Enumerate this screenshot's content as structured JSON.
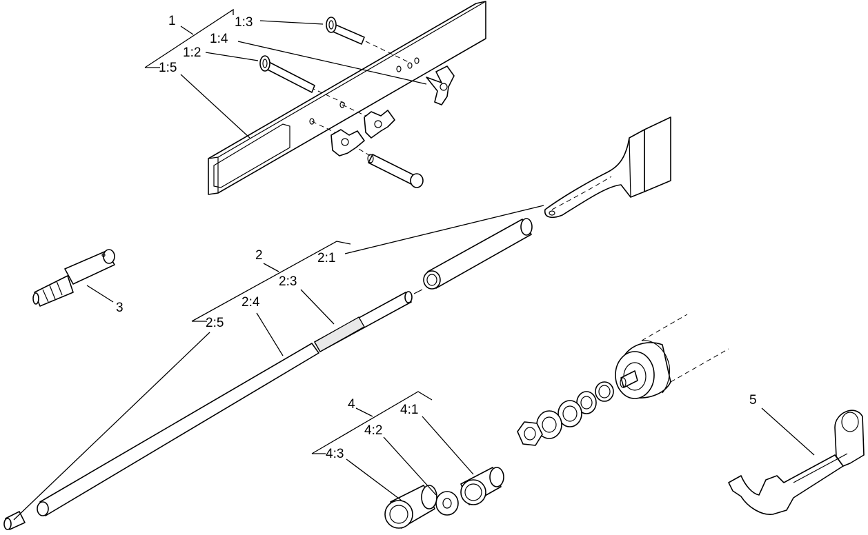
{
  "callouts": {
    "c1": "1",
    "c1_3": "1:3",
    "c1_4": "1:4",
    "c1_2": "1:2",
    "c1_5": "1:5",
    "c2": "2",
    "c2_1": "2:1",
    "c2_3": "2:3",
    "c2_4": "2:4",
    "c2_5": "2:5",
    "c3": "3",
    "c4": "4",
    "c4_1": "4:1",
    "c4_2": "4:2",
    "c4_3": "4:3",
    "c5": "5"
  }
}
